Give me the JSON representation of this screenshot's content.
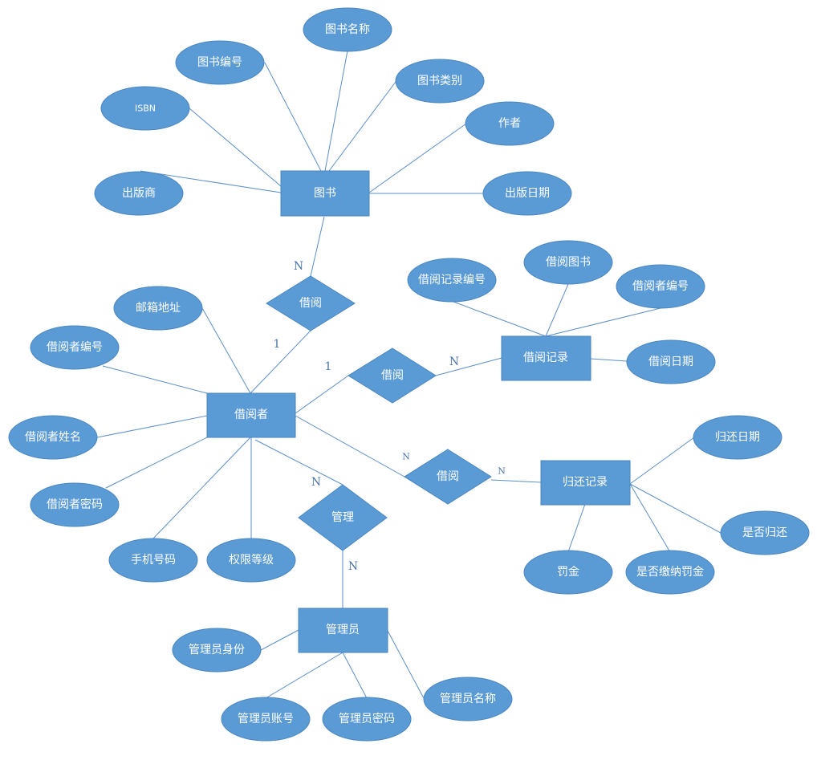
{
  "entities": {
    "book": "图书",
    "reader": "借阅者",
    "borrow_record": "借阅记录",
    "return_record": "归还记录",
    "admin": "管理员"
  },
  "relations": {
    "borrow_book": "借阅",
    "borrow_record": "借阅",
    "return": "借阅",
    "manage": "管理"
  },
  "attributes": {
    "book_name": "图书名称",
    "book_id": "图书编号",
    "book_category": "图书类别",
    "isbn": "ISBN",
    "author": "作者",
    "publisher": "出版商",
    "publish_date": "出版日期",
    "record_id": "借阅记录编号",
    "borrowed_book": "借阅图书",
    "record_reader_id": "借阅者编号",
    "borrow_date": "借阅日期",
    "email": "邮箱地址",
    "reader_id": "借阅者编号",
    "reader_name": "借阅者姓名",
    "reader_password": "借阅者密码",
    "phone": "手机号码",
    "permission": "权限等级",
    "return_date": "归还日期",
    "is_returned": "是否归还",
    "fine": "罚金",
    "fine_paid": "是否缴纳罚金",
    "admin_identity": "管理员身份",
    "admin_account": "管理员账号",
    "admin_password": "管理员密码",
    "admin_name": "管理员名称"
  },
  "cardinalities": {
    "book_side": "N",
    "reader_borrow_side": "1",
    "reader_record_side": "1",
    "record_side": "N",
    "reader_return_side": "N",
    "return_side": "N",
    "reader_manage_side": "N",
    "admin_side": "N"
  }
}
